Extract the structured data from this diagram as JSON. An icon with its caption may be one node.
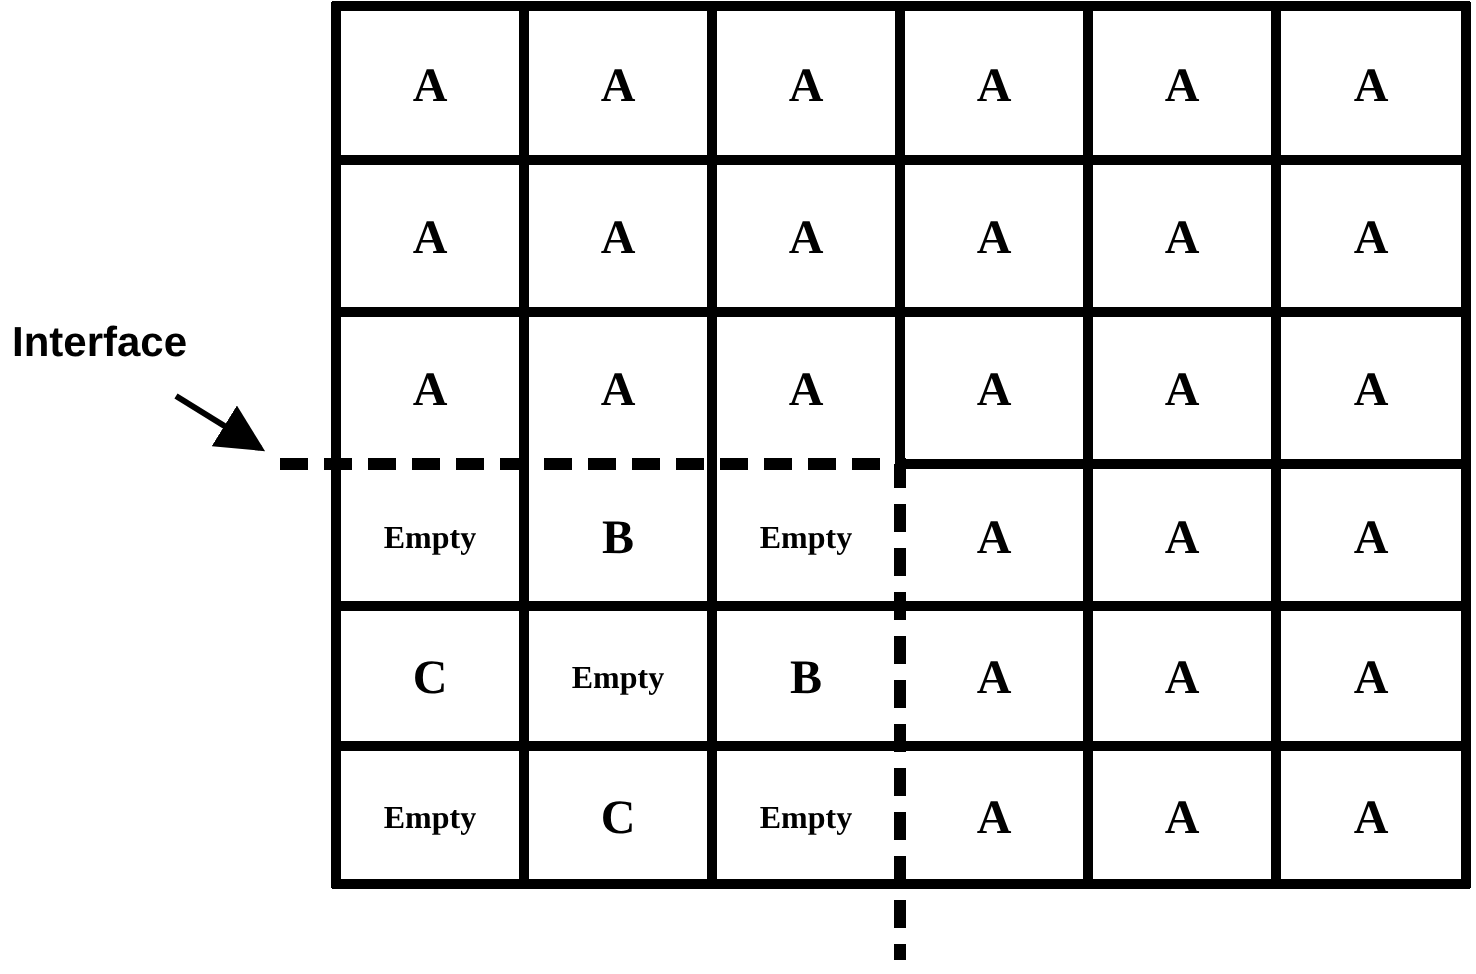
{
  "diagram": {
    "nodes": [
      {
        "text": [
          "Interface"
        ]
      },
      {
        "text": [],
        "shape": "line"
      }
    ],
    "edges": [
      {
        "from": 0,
        "to": 1,
        "arrow": "to"
      }
    ],
    "labels": [
      "A",
      "A",
      "A",
      "A",
      "A",
      "A",
      "A",
      "A",
      "A",
      "A",
      "A",
      "A",
      "A",
      "A",
      "A",
      "A",
      "A",
      "A",
      "Empty",
      "B",
      "Empty",
      "A",
      "A",
      "A",
      "C",
      "Empty",
      "B",
      "A",
      "A",
      "A",
      "Empty",
      "C",
      "Empty",
      "A",
      "A",
      "A"
    ]
  }
}
